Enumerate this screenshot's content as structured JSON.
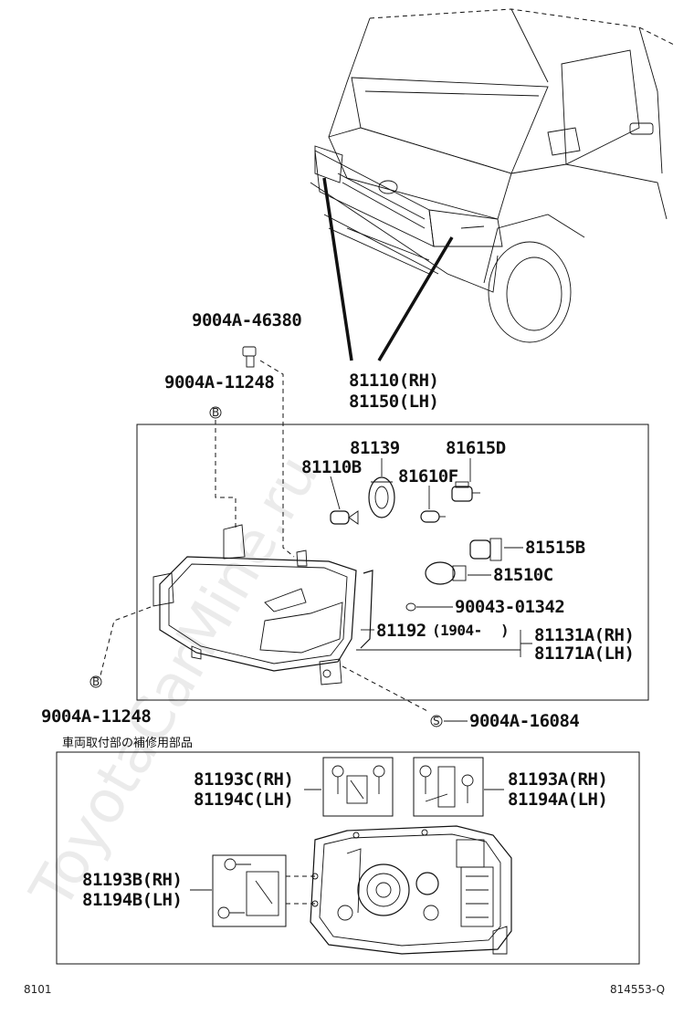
{
  "watermark": "ToyotaCarMine.ru",
  "parts": {
    "clip_top": "9004A-46380",
    "screw_upper": "9004A-11248",
    "screw_lower": "9004A-11248",
    "screw_right": "9004A-16084",
    "headlamp_rh": "81110(RH)",
    "headlamp_lh": "81150(LH)",
    "bulb_81139": "81139",
    "socket_81615D": "81615D",
    "bulb_81110B": "81110B",
    "bulb_81610F": "81610F",
    "socket_81515B": "81515B",
    "bulb_81510C": "81510C",
    "oring_90043": "90043-01342",
    "seal_81192": "81192",
    "seal_81192_date": "(1904-",
    "seal_81192_date_end": ")",
    "assy_rh": "81131A(RH)",
    "assy_lh": "81171A(LH)",
    "kit_c_rh": "81193C(RH)",
    "kit_c_lh": "81194C(LH)",
    "kit_a_rh": "81193A(RH)",
    "kit_a_lh": "81194A(LH)",
    "kit_b_rh": "81193B(RH)",
    "kit_b_lh": "81194B(LH)"
  },
  "repair_note": "車両取付部の補修用部品",
  "markers": {
    "b": "B",
    "s": "S"
  },
  "footer": {
    "page": "8101",
    "ref": "814553-Q"
  }
}
